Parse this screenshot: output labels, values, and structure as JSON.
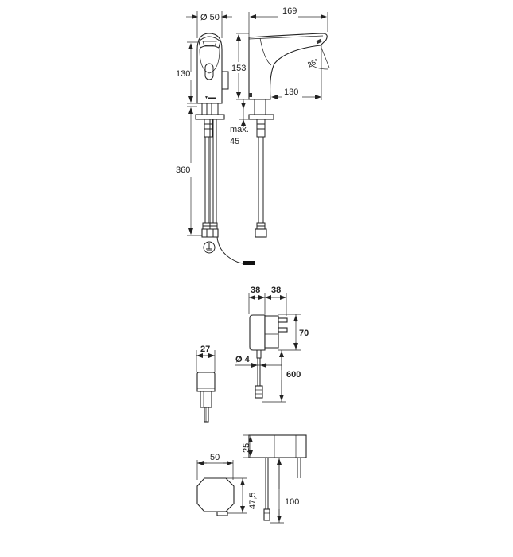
{
  "drawing": {
    "faucet": {
      "front_view": {
        "diameter_label": "Ø 50",
        "height_label": "130",
        "supply_length_label": "360"
      },
      "side_view": {
        "reach_label": "169",
        "height_label": "153",
        "spout_length_label": "130",
        "angle_label": "25°",
        "max_label_line1": "max.",
        "max_label_line2": "45"
      }
    },
    "power_adapter": {
      "width_left_label": "38",
      "width_right_label": "38",
      "height_label": "70",
      "cable_diameter_label": "Ø 4",
      "cable_length_label": "600"
    },
    "plug_front": {
      "width_label": "27"
    },
    "control_box": {
      "width_label": "50",
      "depth_label": "47,5",
      "height_label": "25",
      "cable_length_label": "100"
    }
  }
}
